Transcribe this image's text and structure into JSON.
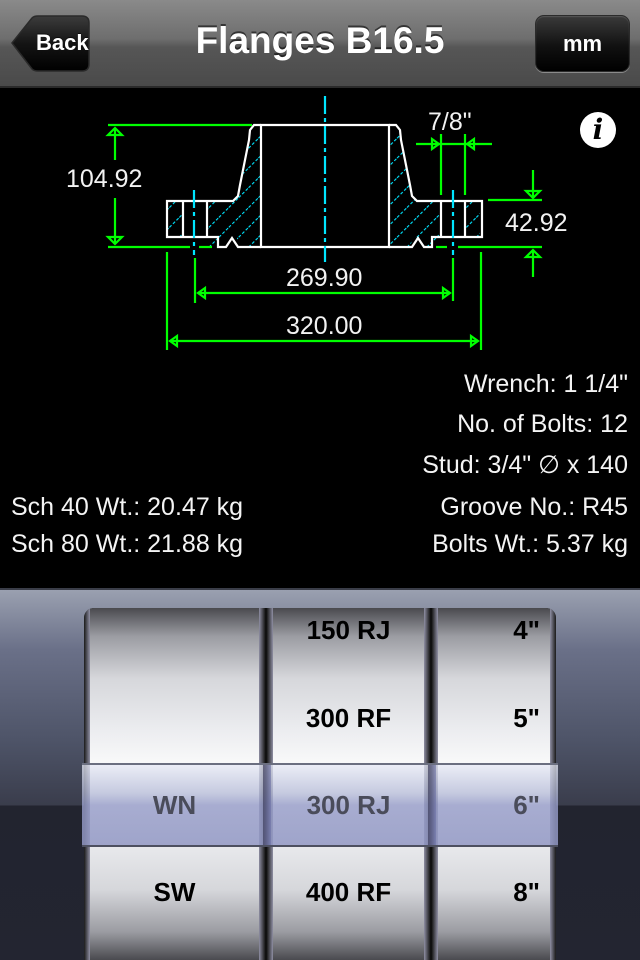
{
  "navbar": {
    "title": "Flanges B16.5",
    "back_label": "Back",
    "unit_label": "mm"
  },
  "drawing": {
    "hub_height": "104.92",
    "bolt_hole_diameter": "7/8\"",
    "flange_thickness": "42.92",
    "bolt_circle": "269.90",
    "outside_diameter": "320.00",
    "info_icon": "i",
    "colors": {
      "outline": "#ffffff",
      "hatch": "#00e5ff",
      "dimension": "#00ff00",
      "centerline": "#00e5ff"
    }
  },
  "specs": {
    "wrench": "Wrench: 1 1/4\"",
    "no_of_bolts": "No. of Bolts: 12",
    "stud": "Stud: 3/4\" ∅ x  140",
    "groove_no": "Groove No.: R45",
    "bolts_wt": "Bolts Wt.: 5.37 kg",
    "sch40_wt": "Sch 40 Wt.: 20.47 kg",
    "sch80_wt": "Sch 80 Wt.: 21.88 kg"
  },
  "picker": {
    "type_wheel": {
      "rows": [
        "",
        "",
        "WN",
        "SW"
      ],
      "selected": "WN"
    },
    "class_wheel": {
      "rows": [
        "150 RJ",
        "300 RF",
        "300 RJ",
        "400 RF"
      ],
      "selected": "300 RJ"
    },
    "size_wheel": {
      "rows": [
        "4\"",
        "5\"",
        "6\"",
        "8\""
      ],
      "selected": "6\""
    }
  }
}
